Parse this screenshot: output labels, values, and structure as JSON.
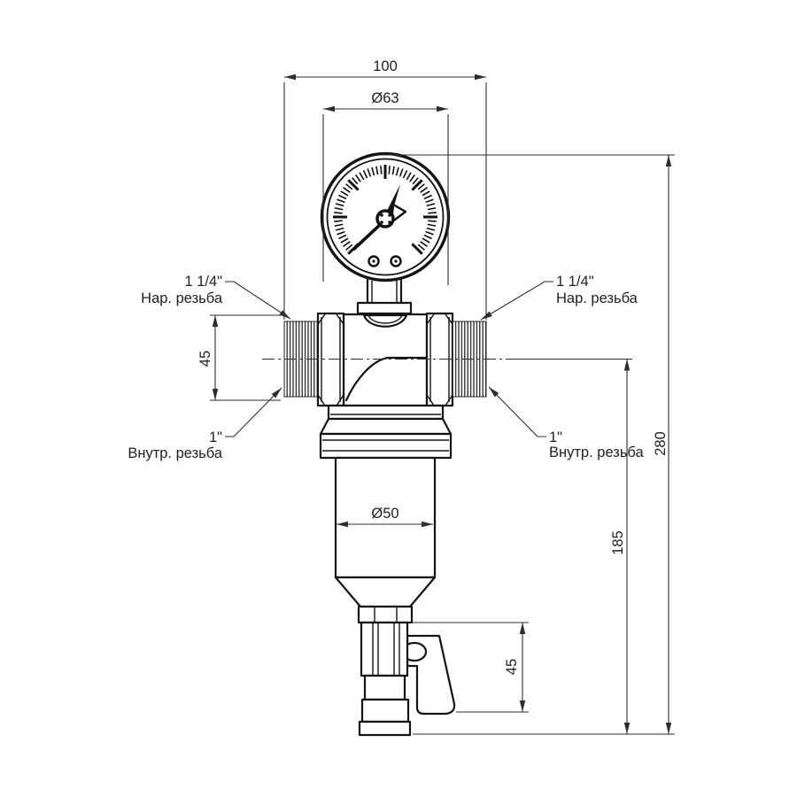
{
  "figure": {
    "type": "technical-drawing",
    "subject": "self-cleaning water filter with pressure gauge",
    "background_color": "#ffffff",
    "line_color": "#141414"
  },
  "dimensions": {
    "top_width": "100",
    "gauge_diameter": "Ø63",
    "thread_height": "45",
    "bowl_diameter": "Ø50",
    "overall_height": "280",
    "lower_height": "185",
    "drain_handle_height": "45"
  },
  "callouts": {
    "left_top": {
      "size": "1 1/4\"",
      "type": "Нар. резьба"
    },
    "left_bottom": {
      "size": "1\"",
      "type": "Внутр. резьба"
    },
    "right_top": {
      "size": "1 1/4\"",
      "type": "Нар. резьба"
    },
    "right_bottom": {
      "size": "1\"",
      "type": "Внутр. резьба"
    }
  }
}
